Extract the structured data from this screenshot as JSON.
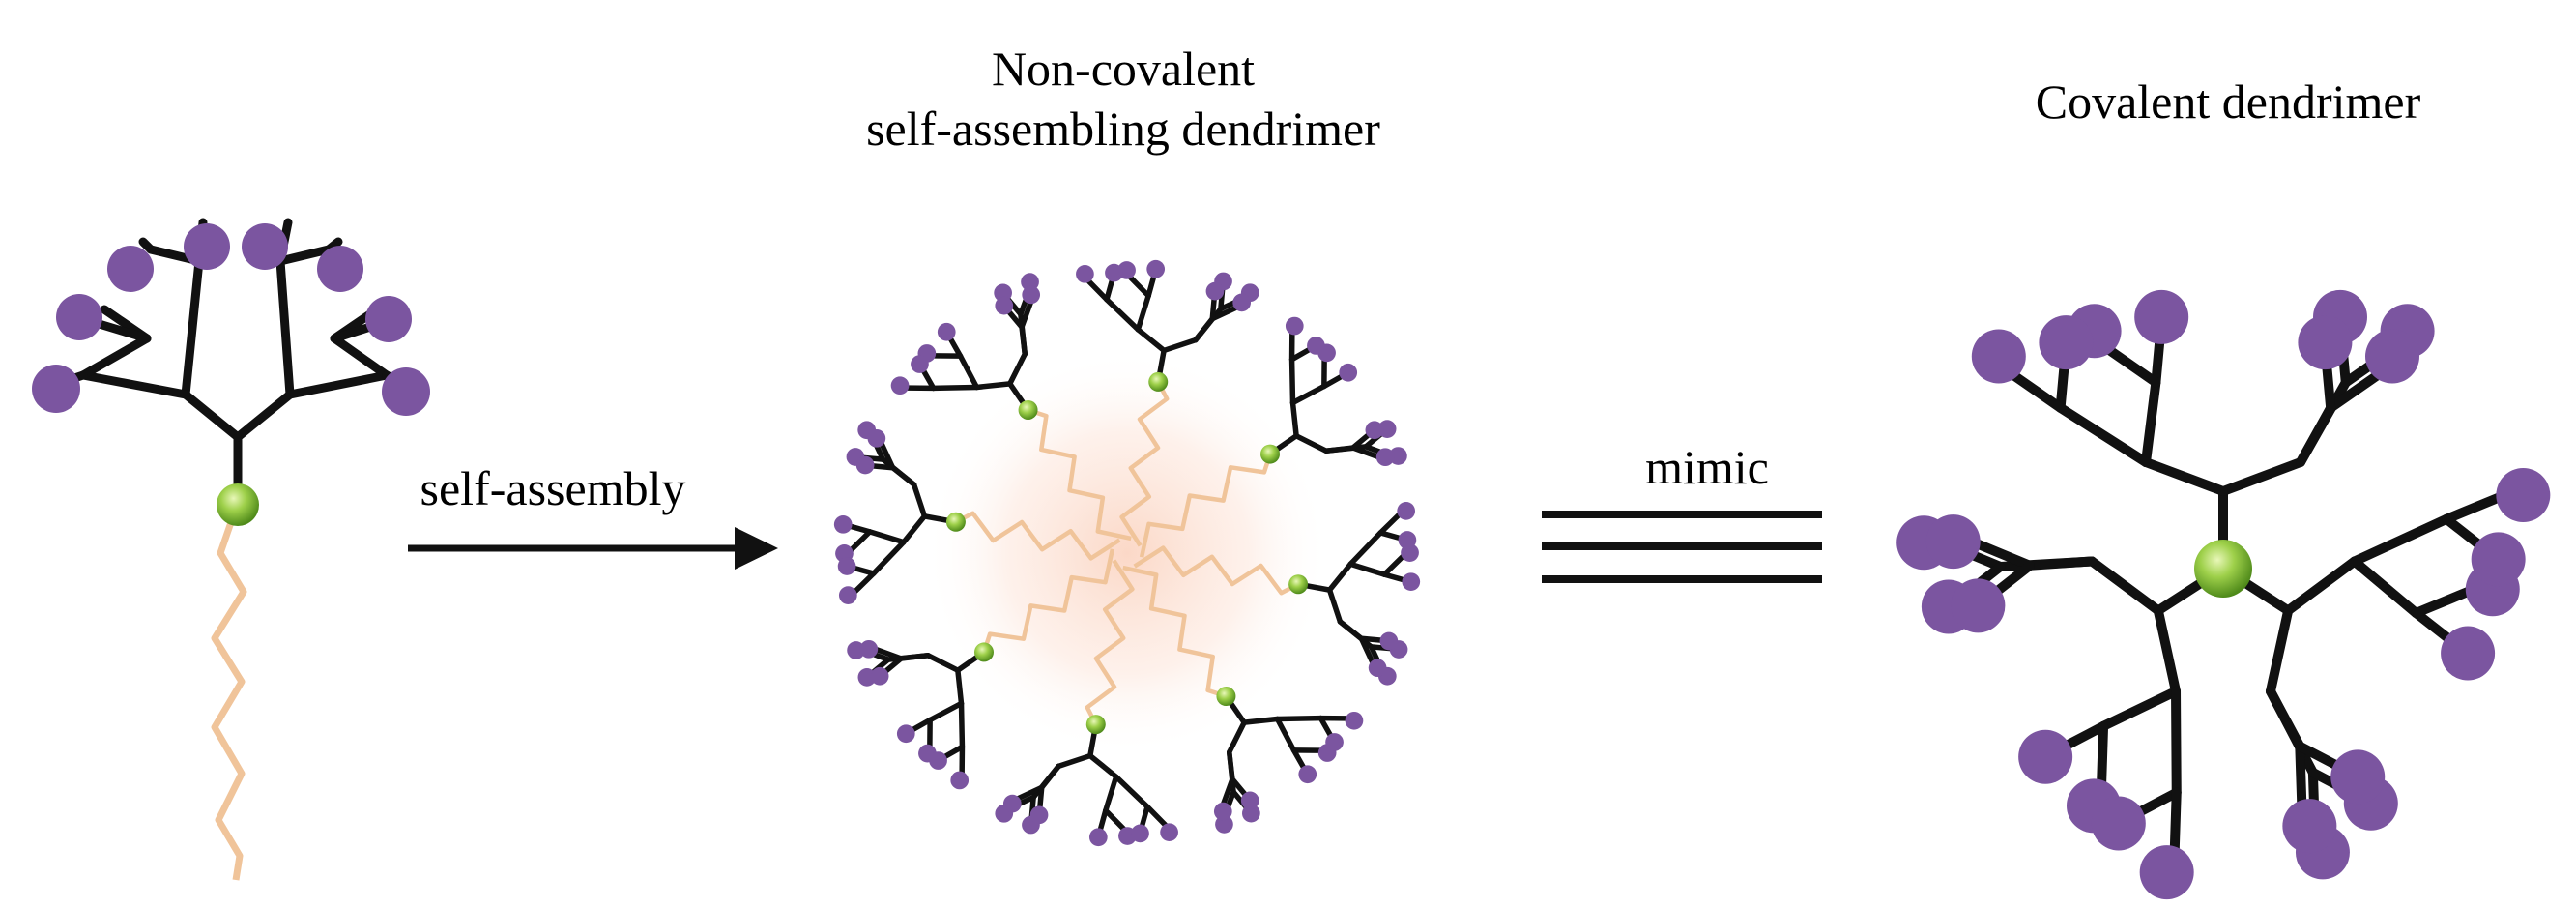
{
  "labels": {
    "title_noncovalent_line1": "Non-covalent",
    "title_noncovalent_line2": "self-assembling dendrimer",
    "title_covalent": "Covalent dendrimer",
    "arrow_label": "self-assembly",
    "mimic_label": "mimic"
  },
  "colors": {
    "terminal_group": "#7b55a0",
    "branch": "#111111",
    "core": "#8cc43c",
    "tail": "#f0c49a",
    "arrow": "#111111"
  },
  "icons": {
    "core": "green-sphere",
    "terminal": "purple-circle",
    "arrow": "right-arrow",
    "equivalence": "triple-bar"
  }
}
